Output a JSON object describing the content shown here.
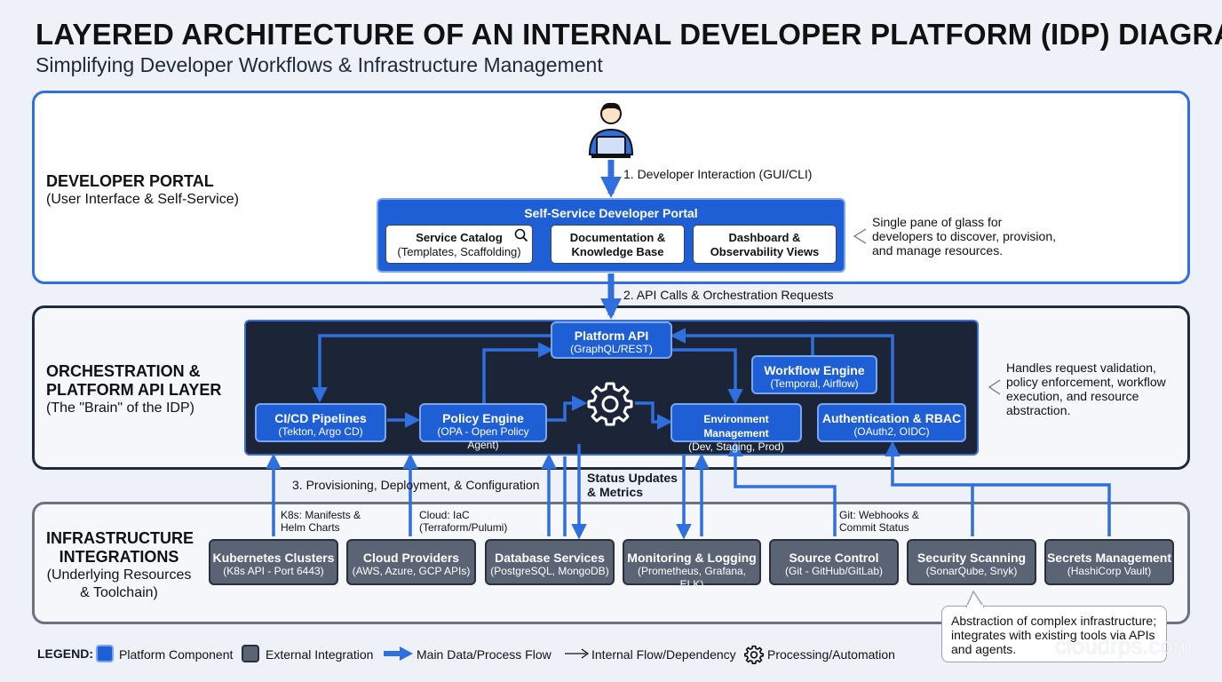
{
  "title": "LAYERED ARCHITECTURE OF AN INTERNAL DEVELOPER PLATFORM (IDP) DIAGRAM",
  "subtitle": "Simplifying Developer Workflows & Infrastructure Management",
  "colors": {
    "primary_blue": "#1f5fd6",
    "dark_panel": "#1c2538",
    "external_gray": "#5b6475",
    "flow_blue": "#2f6fde"
  },
  "portal_layer": {
    "name": "DEVELOPER PORTAL",
    "sub": "(User Interface & Self-Service)",
    "icon": "developer-laptop-icon",
    "flow1": "1. Developer Interaction (GUI/CLI)",
    "portal_title": "Self-Service Developer Portal",
    "components": [
      {
        "name": "Service Catalog",
        "desc": "(Templates, Scaffolding)"
      },
      {
        "name": "Documentation &",
        "desc": "Knowledge Base"
      },
      {
        "name": "Dashboard &",
        "desc": "Observability Views"
      }
    ],
    "note": [
      "Single pane of glass for",
      "developers to discover, provision,",
      "and manage resources."
    ]
  },
  "flow2": "2. API Calls & Orchestration Requests",
  "orch_layer": {
    "name": [
      "ORCHESTRATION &",
      "PLATFORM API LAYER"
    ],
    "sub": "(The \"Brain\" of the IDP)",
    "components": {
      "platform_api": {
        "name": "Platform API",
        "desc": "(GraphQL/REST)"
      },
      "workflow": {
        "name": "Workflow Engine",
        "desc": "(Temporal, Airflow)"
      },
      "cicd": {
        "name": "CI/CD Pipelines",
        "desc": "(Tekton, Argo CD)"
      },
      "policy": {
        "name": "Policy Engine",
        "desc": "(OPA - Open Policy Agent)"
      },
      "env": {
        "name": "Environment Management",
        "desc": "(Dev, Staging, Prod)"
      },
      "auth": {
        "name": "Authentication & RBAC",
        "desc": "(OAuth2, OIDC)"
      }
    },
    "gear_icon": "gear-icon",
    "note": [
      "Handles request validation,",
      "policy enforcement, workflow",
      "execution, and resource",
      "abstraction."
    ]
  },
  "flow3": "3. Provisioning, Deployment, & Configuration",
  "status_updates": [
    "Status Updates",
    "& Metrics"
  ],
  "side_labels": {
    "k8s": [
      "K8s: Manifests &",
      "Helm Charts"
    ],
    "cloud": [
      "Cloud: IaC",
      "(Terraform/Pulumi)"
    ],
    "git": [
      "Git: Webhooks &",
      "Commit Status"
    ]
  },
  "infra_layer": {
    "name": [
      "INFRASTRUCTURE",
      "INTEGRATIONS"
    ],
    "sub": [
      "(Underlying Resources",
      "& Toolchain)"
    ],
    "items": [
      {
        "name": "Kubernetes Clusters",
        "desc": "(K8s API - Port 6443)"
      },
      {
        "name": "Cloud Providers",
        "desc": "(AWS, Azure, GCP APIs)"
      },
      {
        "name": "Database Services",
        "desc": "(PostgreSQL, MongoDB)"
      },
      {
        "name": "Monitoring & Logging",
        "desc": "(Prometheus, Grafana, ELK)"
      },
      {
        "name": "Source Control",
        "desc": "(Git - GitHub/GitLab)"
      },
      {
        "name": "Security Scanning",
        "desc": "(SonarQube, Snyk)"
      },
      {
        "name": "Secrets Management",
        "desc": "(HashiCorp Vault)"
      }
    ],
    "callout": [
      "Abstraction of complex infrastructure;",
      "integrates with existing tools via APIs",
      "and agents."
    ]
  },
  "legend": {
    "title": "LEGEND:",
    "items": [
      "Platform Component",
      "External Integration",
      "Main Data/Process Flow",
      "Internal Flow/Dependency",
      "Processing/Automation"
    ]
  },
  "watermark": "cloudrps.com"
}
